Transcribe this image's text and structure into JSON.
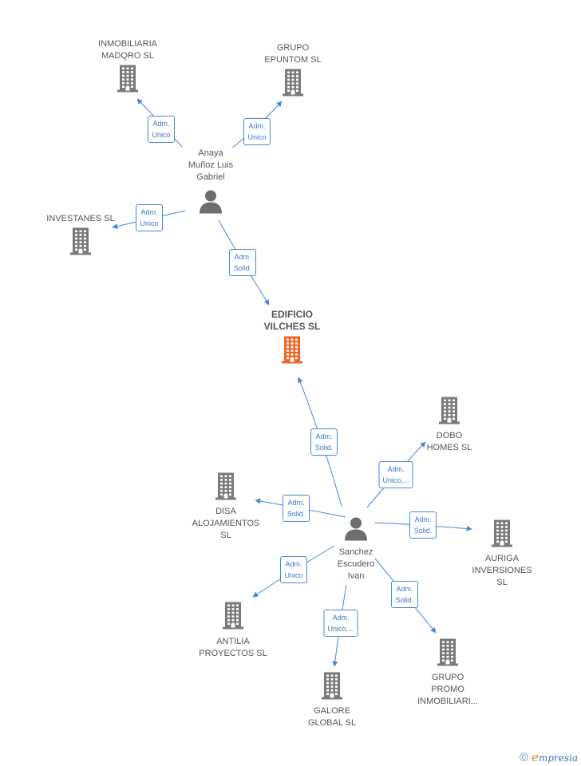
{
  "colors": {
    "edge": "#4a86d8",
    "company_icon": "#7a7a7a",
    "focus_icon": "#f26522",
    "person_icon": "#6e6e6e"
  },
  "nodes": [
    {
      "id": "inmobiliaria-madqro",
      "type": "company",
      "label": [
        "INMOBILIARIA",
        "MADQRO  SL"
      ]
    },
    {
      "id": "grupo-epuntom",
      "type": "company",
      "label": [
        "GRUPO",
        "EPUNTOM  SL"
      ]
    },
    {
      "id": "anaya",
      "type": "person",
      "label": [
        "Anaya",
        "Muñoz Luis",
        "Gabriel"
      ]
    },
    {
      "id": "investanes",
      "type": "company",
      "label": [
        "INVESTANES  SL"
      ]
    },
    {
      "id": "edificio-vilches",
      "type": "focus",
      "label": [
        "EDIFICIO",
        "VILCHES  SL"
      ]
    },
    {
      "id": "dobo-homes",
      "type": "company",
      "label": [
        "DOBO",
        "HOMES  SL"
      ]
    },
    {
      "id": "disa-alojamientos",
      "type": "company",
      "label": [
        "DISA",
        "ALOJAMIENTOS",
        "SL"
      ]
    },
    {
      "id": "sanchez",
      "type": "person",
      "label": [
        "Sanchez",
        "Escudero",
        "Ivan"
      ]
    },
    {
      "id": "auriga",
      "type": "company",
      "label": [
        "AURIGA",
        "INVERSIONES",
        "SL"
      ]
    },
    {
      "id": "antilia",
      "type": "company",
      "label": [
        "ANTILIA",
        "PROYECTOS  SL"
      ]
    },
    {
      "id": "grupo-promo",
      "type": "company",
      "label": [
        "GRUPO",
        "PROMO",
        "INMOBILIARI..."
      ]
    },
    {
      "id": "galore",
      "type": "company",
      "label": [
        "GALORE",
        "GLOBAL  SL"
      ]
    }
  ],
  "edges": [
    {
      "from": "anaya",
      "to": "inmobiliaria-madqro",
      "label": [
        "Adm.",
        "Unico"
      ]
    },
    {
      "from": "anaya",
      "to": "grupo-epuntom",
      "label": [
        "Adm.",
        "Unico"
      ]
    },
    {
      "from": "anaya",
      "to": "investanes",
      "label": [
        "Adm.",
        "Unico"
      ]
    },
    {
      "from": "anaya",
      "to": "edificio-vilches",
      "label": [
        "Adm.",
        "Solid."
      ]
    },
    {
      "from": "sanchez",
      "to": "edificio-vilches",
      "label": [
        "Adm.",
        "Solid."
      ]
    },
    {
      "from": "sanchez",
      "to": "dobo-homes",
      "label": [
        "Adm.",
        "Unico,..."
      ]
    },
    {
      "from": "sanchez",
      "to": "disa-alojamientos",
      "label": [
        "Adm.",
        "Solid."
      ]
    },
    {
      "from": "sanchez",
      "to": "auriga",
      "label": [
        "Adm.",
        "Solid."
      ]
    },
    {
      "from": "sanchez",
      "to": "antilia",
      "label": [
        "Adm.",
        "Unico"
      ]
    },
    {
      "from": "sanchez",
      "to": "grupo-promo",
      "label": [
        "Adm.",
        "Solid."
      ]
    },
    {
      "from": "sanchez",
      "to": "galore",
      "label": [
        "Adm.",
        "Unico,..."
      ]
    }
  ],
  "footer": {
    "copyright": "©",
    "brand_e": "e",
    "brand_rest": "mpresia"
  }
}
